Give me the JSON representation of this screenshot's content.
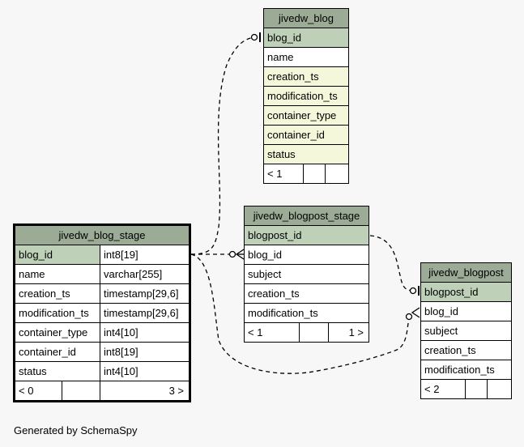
{
  "tables": {
    "blog": {
      "title": "jivedw_blog",
      "columns": [
        "blog_id",
        "name",
        "creation_ts",
        "modification_ts",
        "container_type",
        "container_id",
        "status"
      ],
      "footer": [
        "< 1",
        "",
        ""
      ]
    },
    "blog_stage": {
      "title": "jivedw_blog_stage",
      "columns": [
        {
          "name": "blog_id",
          "type": "int8[19]"
        },
        {
          "name": "name",
          "type": "varchar[255]"
        },
        {
          "name": "creation_ts",
          "type": "timestamp[29,6]"
        },
        {
          "name": "modification_ts",
          "type": "timestamp[29,6]"
        },
        {
          "name": "container_type",
          "type": "int4[10]"
        },
        {
          "name": "container_id",
          "type": "int8[19]"
        },
        {
          "name": "status",
          "type": "int4[10]"
        }
      ],
      "footer": [
        "< 0",
        "",
        "3 >"
      ]
    },
    "blogpost_stage": {
      "title": "jivedw_blogpost_stage",
      "columns": [
        "blogpost_id",
        "blog_id",
        "subject",
        "creation_ts",
        "modification_ts"
      ],
      "footer": [
        "< 1",
        "",
        "1 >"
      ]
    },
    "blogpost": {
      "title": "jivedw_blogpost",
      "columns": [
        "blogpost_id",
        "blog_id",
        "subject",
        "creation_ts",
        "modification_ts"
      ],
      "footer": [
        "< 2",
        "",
        ""
      ]
    }
  },
  "footer_text": "Generated by SchemaSpy"
}
